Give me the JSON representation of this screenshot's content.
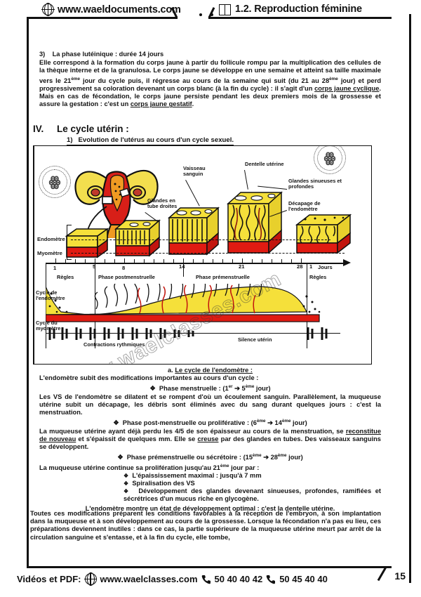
{
  "header": {
    "site": "www.waeldocuments.com",
    "chapter": "1.2. Reproduction féminine",
    "globe_icon": "globe-icon",
    "book_icon": "book-icon"
  },
  "section_lutein": {
    "number": "3)",
    "title": "La phase lutéinique : durée 14 jours",
    "body_1": "Elle correspond à la formation du corps jaune à partir du follicule rompu par la multiplication des cellules de la thèque interne et de la granulosa. Le corps jaune se développe en une semaine et atteint sa taille maximale vers le 21",
    "body_1_sup": "ème",
    "body_2": " jour du cycle puis, il régresse au cours de la semaine qui suit (du 21 au 28",
    "body_2_sup": "ème",
    "body_3": " jour) et perd progressivement sa coloration devenant un corps blanc (à la fin du cycle) : il s'agit d'un ",
    "underline_1": "corps jaune cyclique",
    "body_4": ". Mais en cas de fécondation, le corps jaune persiste pendant les deux premiers mois de la grossesse et assure la gestation : c'est un ",
    "underline_2": "corps jaune gestatif",
    "body_5": "."
  },
  "section_uterin": {
    "roman": "IV.",
    "title": "Le cycle utérin :",
    "sub_number": "1)",
    "sub_title": "Evolution de l'utérus au cours d'un cycle sexuel."
  },
  "figure": {
    "labels": {
      "glandes_tubes": "Glandes en\ntube droites",
      "vaisseau": "Vaisseau\nsanguin",
      "dentelle": "Dentelle utérine",
      "glandes_sinueuses": "Glandes sinueuses et\nprofondes",
      "decapage": "Décapage de\nl'endomètre",
      "endometre": "Endomètre",
      "myometre": "Myomètre",
      "cycle_endometre": "Cycle de\nl'endomètre",
      "cycle_myometre": "Cycle du\nmyomètre",
      "contractions": "Contractions rythmiques",
      "silence": "Silence utérin"
    },
    "axis": {
      "unit": "Jours",
      "day_labels": [
        "1",
        "5",
        "8",
        "14",
        "21",
        "28",
        "1"
      ]
    },
    "phases": {
      "regles_left": "Règles",
      "post": "Phase postmenstruelle",
      "pre": "Phase prémenstruelle",
      "regles_right": "Règles"
    },
    "stamp_text": "www.waelclasses.com",
    "watermark": "www.waelclasses.com"
  },
  "section_endometre": {
    "letter": "a.",
    "title": "Le cycle de l'endomètre :",
    "intro": "L'endomètre subit des modifications importantes au cours d'un cycle :",
    "phase1_head_a": "Phase menstruelle : (1",
    "phase1_sup1": "er",
    "phase1_head_b": " ➔ 5",
    "phase1_sup2": "ème",
    "phase1_head_c": " jour)",
    "phase1_body": "Les VS de l'endomètre se dilatent et se rompent d'où un écoulement sanguin. Parallèlement, la muqueuse utérine subit un décapage, les débris sont éliminés avec du sang durant quelques jours : c'est la menstruation.",
    "phase2_head_a": "Phase post-menstruelle ou proliférative : (6",
    "phase2_sup1": "ème",
    "phase2_head_b": " ➔ 14",
    "phase2_sup2": "ème",
    "phase2_head_c": " jour)",
    "phase2_body_a": "La muqueuse utérine ayant déjà perdu les 4/5 de son épaisseur au cours de la menstruation, se ",
    "phase2_underline": "reconstitue de nouveau",
    "phase2_body_b": " et s'épaissit de quelques mm. Elle se ",
    "phase2_underline2": "creuse",
    "phase2_body_c": " par des glandes en tubes. Des vaisseaux sanguins se développent.",
    "phase3_head_a": "Phase prémenstruelle ou sécrétoire : (15",
    "phase3_sup1": "ème",
    "phase3_head_b": " ➔ 28",
    "phase3_sup2": "ème",
    "phase3_head_c": " jour)",
    "phase3_body_a": "La muqueuse utérine continue sa prolifération jusqu'au 21",
    "phase3_sup3": "ème",
    "phase3_body_b": " jour par :",
    "bullets": [
      "L'épaississement maximal : jusqu'à 7 mm",
      "Spiralisation des VS",
      "Développement des glandes devenant sinueuses, profondes, ramifiées et sécrétrices d'un mucus riche en glycogène."
    ],
    "closing": "L'endomètre montre un état de développement optimal : c'est la dentelle utérine.",
    "final_paragraph": "Toutes ces modifications préparent les conditions favorables à la réception de l'embryon, à son implantation dans la muqueuse et à son développement au cours de la grossesse. Lorsque la fécondation n'a pas eu lieu, ces préparations deviennent inutiles : dans ce cas, la partie supérieure de la muqueuse utérine meurt par arrêt de la circulation sanguine et s'entasse, et à la fin du cycle, elle tombe,"
  },
  "footer": {
    "prefix": "Vidéos et PDF:",
    "site": "www.waelclasses.com",
    "phone1": "50 40 40 42",
    "phone2": "50 45 40 40",
    "page_number": "15",
    "globe_icon": "globe-icon",
    "phone_icon": "phone-icon"
  },
  "colors": {
    "endometrium": "#f5e03a",
    "myometrium": "#e01b12",
    "ink": "#111111"
  }
}
